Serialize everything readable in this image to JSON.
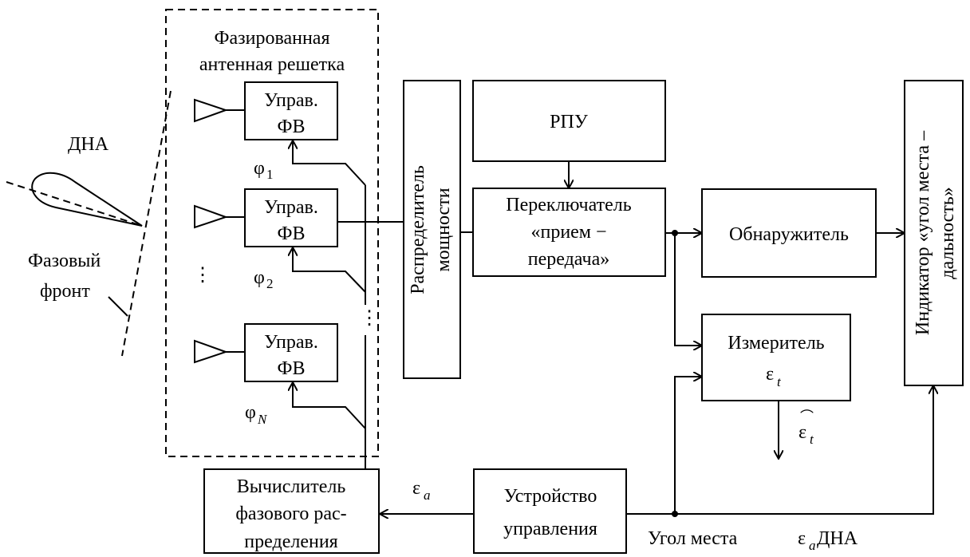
{
  "dna_label": "ДНА",
  "phase_front": {
    "line1": "Фазовый",
    "line2": "фронт"
  },
  "par": {
    "line1": "Фазированная",
    "line2": "антенная решетка"
  },
  "phase_shifter": {
    "line1": "Управ.",
    "line2": "ФВ"
  },
  "phi": {
    "symbol": "φ",
    "sub1": "1",
    "sub2": "2",
    "subN": "N"
  },
  "ellipsis": "⋮",
  "distributor": {
    "line1": "Распределитель",
    "line2": "мощности"
  },
  "rpu": "РПУ",
  "switch": {
    "line1": "Переключатель",
    "line2": "«прием −",
    "line3": "передача»"
  },
  "detector": "Обнаружитель",
  "indicator": {
    "line1": "Индикатор «угол места –",
    "line2": "дальность»"
  },
  "meter": {
    "line1": "Измеритель",
    "eps": "ε",
    "sub": "t"
  },
  "eps_hat": {
    "eps": "ε",
    "sub": "t",
    "hat": "⌒"
  },
  "computer": {
    "line1": "Вычислитель",
    "line2": "фазового рас-",
    "line3": "пределения"
  },
  "eps_a": {
    "eps": "ε",
    "sub": "a"
  },
  "control": {
    "line1": "Устройство",
    "line2": "управления"
  },
  "elevation": {
    "prefix": "Угол места ",
    "eps": "ε",
    "sub": "a",
    "suffix": " ДНА"
  }
}
